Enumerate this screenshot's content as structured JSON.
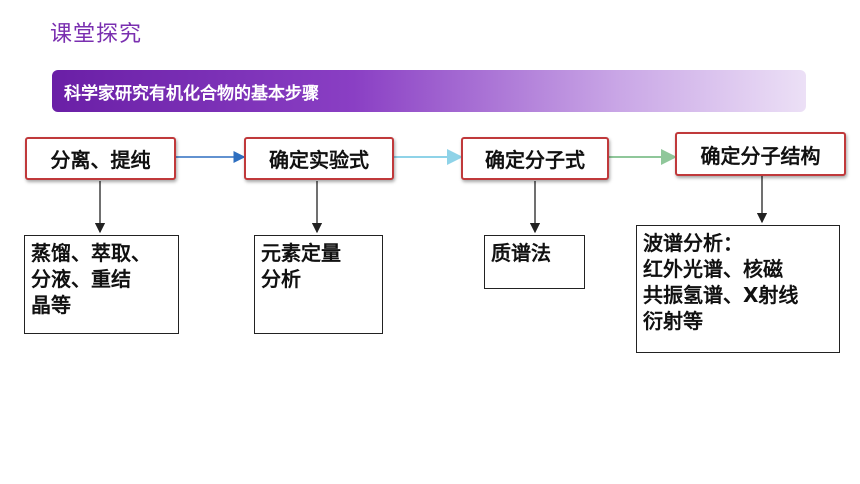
{
  "header": {
    "title": "课堂探究"
  },
  "banner": {
    "text": "科学家研究有机化合物的基本步骤"
  },
  "steps": [
    {
      "label": "分离、提纯"
    },
    {
      "label": "确定实验式"
    },
    {
      "label": "确定分子式"
    },
    {
      "label": "确定分子结构"
    }
  ],
  "details": [
    {
      "lines": [
        "蒸馏、萃取、",
        "分液、重结",
        "晶等"
      ]
    },
    {
      "lines": [
        "元素定量",
        "分析"
      ]
    },
    {
      "lines": [
        "质谱法"
      ]
    },
    {
      "lines": [
        "波谱分析：",
        "红外光谱、核磁",
        "共振氢谱、X射线",
        "衍射等"
      ]
    }
  ],
  "colors": {
    "title": "#7a2fb0",
    "banner_start": "#6a1fa6",
    "banner_end": "#ece0f6",
    "step_border": "#c0393b",
    "arrow_1": "#2e6fc0",
    "arrow_2": "#8fd3e8",
    "arrow_3": "#8fc79a"
  }
}
